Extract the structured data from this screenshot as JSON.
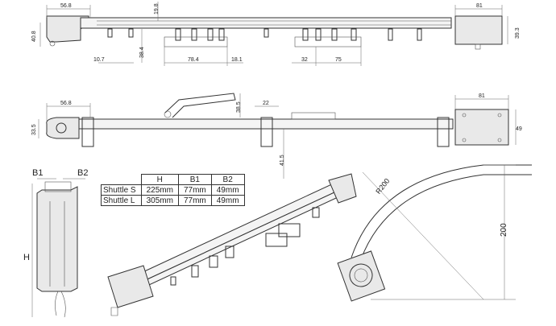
{
  "dimensions": {
    "top_left_width": "56.8",
    "top_clearance": "19.8",
    "top_right_width": "81",
    "top_left_height": "40.8",
    "top_right_height": "39.3",
    "top_bracket_depth": "38.4",
    "top_spacing_a": "10.7",
    "top_shuttle_width": "78.4",
    "top_gap": "18.1",
    "top_spacing_b": "32",
    "top_shuttle_b_width": "75",
    "mid_left_width": "56.8",
    "mid_arm_height": "38.5",
    "mid_gap": "22",
    "mid_right_width": "81",
    "mid_left_height": "33.5",
    "mid_right_height": "49",
    "mid_bracket_depth": "41.5",
    "motor_b1": "B1",
    "motor_b2": "B2",
    "motor_h": "H",
    "bend_radius": "R200",
    "bend_height": "200"
  },
  "spec_table": {
    "headers": [
      "H",
      "B1",
      "B2"
    ],
    "rows": [
      {
        "name": "Shuttle S",
        "values": [
          "225mm",
          "77mm",
          "49mm"
        ]
      },
      {
        "name": "Shuttle L",
        "values": [
          "305mm",
          "77mm",
          "49mm"
        ]
      }
    ]
  }
}
